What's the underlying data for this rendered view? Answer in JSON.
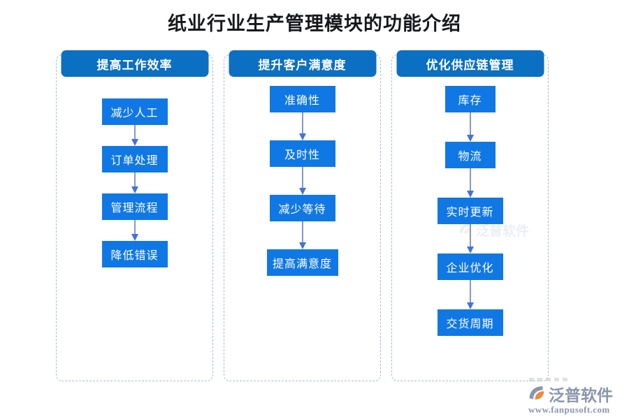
{
  "title": "纸业行业生产管理模块的功能介绍",
  "colors": {
    "background": "#ffffff",
    "header_blue": "#0b6fc2",
    "node_blue": "#1078e4",
    "arrow_blue": "#8398ce",
    "arrow_head": "#4472d8",
    "panel_dash": "#a9bcd8",
    "title_text": "#16181c",
    "brand_gray": "#8a96ad",
    "brand_orange": "#ef8a3c"
  },
  "columns": [
    {
      "header": "提高工作效率",
      "nodes": [
        "减少人工",
        "订单处理",
        "管理流程",
        "降低错误"
      ]
    },
    {
      "header": "提升客户满意度",
      "nodes": [
        "准确性",
        "及时性",
        "减少等待",
        "提高满意度"
      ]
    },
    {
      "header": "优化供应链管理",
      "nodes": [
        "库存",
        "物流",
        "实时更新",
        "企业优化",
        "交货周期"
      ]
    }
  ],
  "brand": {
    "name": "泛普软件",
    "url": "www.fanpusoft.com"
  },
  "watermark": {
    "text": "泛普软件"
  }
}
